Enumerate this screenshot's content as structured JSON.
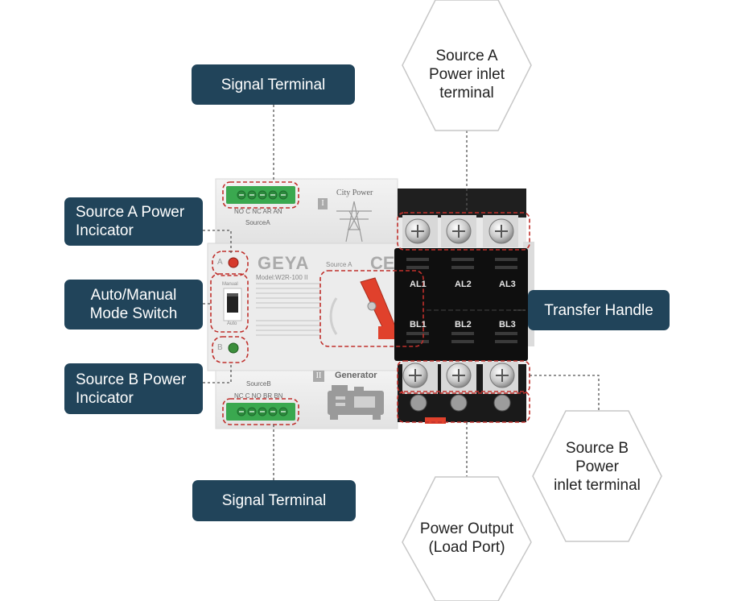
{
  "callouts": {
    "signal_terminal_top": "Signal Terminal",
    "signal_terminal_bottom": "Signal Terminal",
    "source_a_indicator": "Source A Power\nIncicator",
    "mode_switch": "Auto/Manual\nMode Switch",
    "source_b_indicator": "Source B Power\nIncicator",
    "transfer_handle": "Transfer Handle"
  },
  "hexagons": {
    "source_a_inlet": "Source A\nPower inlet\nterminal",
    "source_b_inlet": "Source B\nPower\ninlet terminal",
    "power_output": "Power Output\n(Load Port)"
  },
  "device": {
    "top_terminal_labels": "NO  C  NC  AR  AN",
    "source_a_label": "SourceA",
    "city_power_numeral": "I",
    "city_power_label": "City Power",
    "indicator_a_letter": "A",
    "brand": "GEYA",
    "ce_mark": "CE",
    "model": "Model:W2R-100  II",
    "source_a_small": "Source A",
    "mode_manual": "Manual",
    "mode_auto": "Auto",
    "indicator_b_letter": "B",
    "source_b_label": "SourceB",
    "generator_numeral": "II",
    "generator_label": "Generator",
    "bottom_terminal_labels": "NC  C  NO  BR  BN",
    "top_phases": [
      "AL1",
      "AL2",
      "AL3"
    ],
    "bottom_phases": [
      "BL1",
      "BL2",
      "BL3"
    ]
  },
  "colors": {
    "callout_bg": "#21445a",
    "dashed_red": "#c0302c",
    "terminal_green": "#3aa84f",
    "handle_red": "#e0412c",
    "indicator_a": "#d63a2d",
    "indicator_b": "#3c8e3c"
  }
}
